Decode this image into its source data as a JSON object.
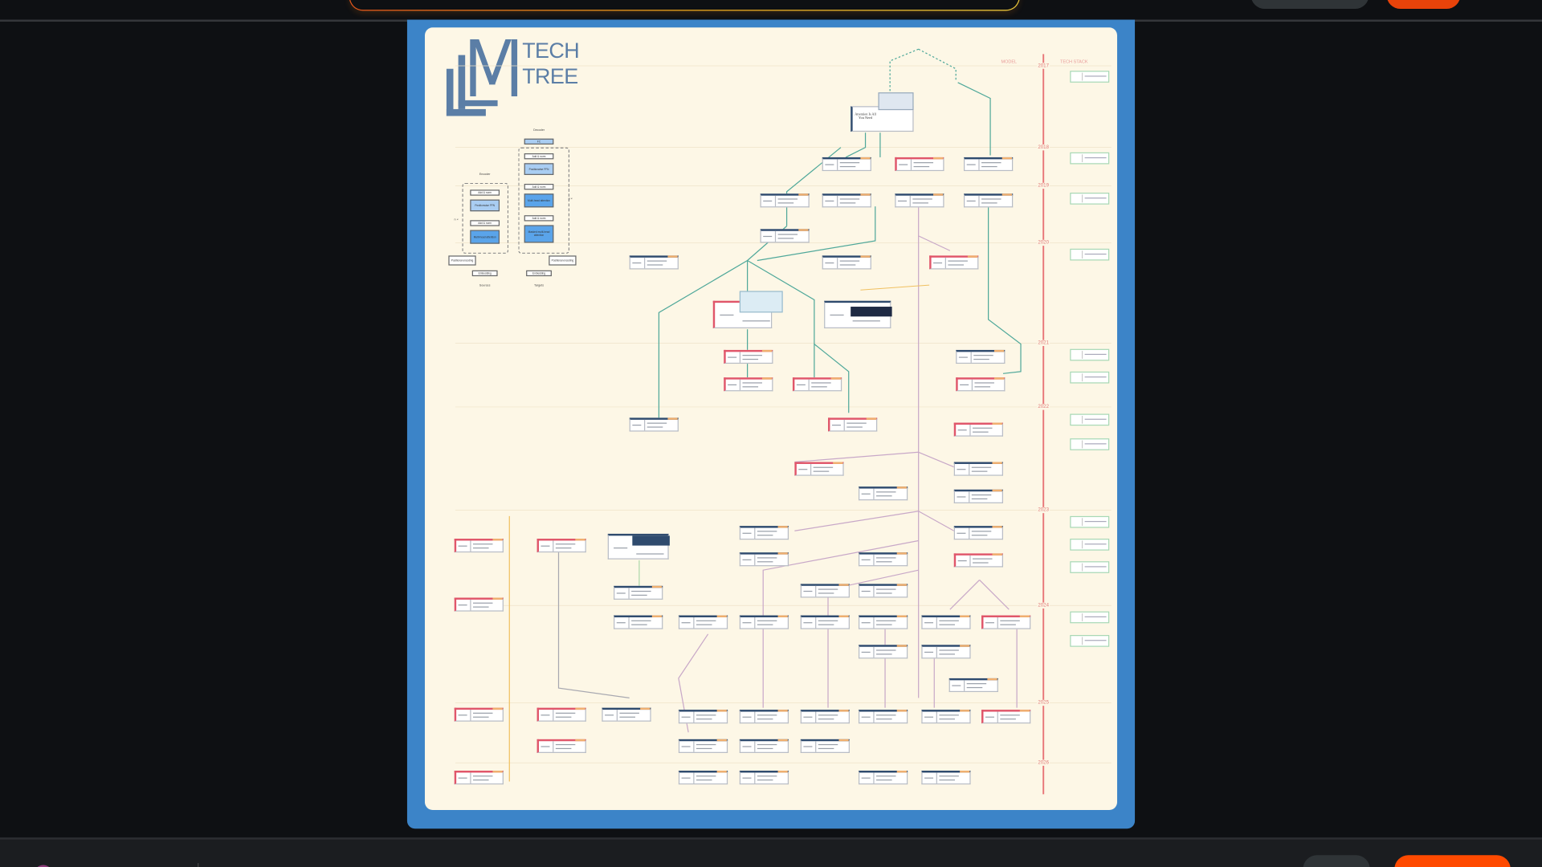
{
  "poster": {
    "logo": {
      "letters": "LLM",
      "line1": "TECH",
      "line2": "TREE"
    },
    "columns": {
      "model": "MODEL",
      "tech_stack": "TECH STACK"
    },
    "years": [
      "2017",
      "2018",
      "2019",
      "2020",
      "2021",
      "2022",
      "2023",
      "2024",
      "2025",
      "2026"
    ],
    "transformer": {
      "encoder": "Encoder",
      "decoder": "Decoder",
      "fc": "FC",
      "add_norm": "Add & norm",
      "ffn": "Positionwise FFN",
      "mha": "Multi-head attention",
      "masked_mha": "Masked multi-head attention",
      "pos_enc": "Positional encoding",
      "embedding": "Embedding",
      "sources": "Sources",
      "targets": "Targets",
      "nx": "n ×"
    },
    "root_node": "Attention Is All You Need",
    "colors": {
      "frame": "#3c84c8",
      "paper": "#fdf7e6",
      "timeline": "#e8787a",
      "branch": "#4fa89a",
      "accent_red": "#e0566a",
      "accent_navy": "#2f4b6e"
    }
  },
  "chrome": {
    "accent": "#ff4a00"
  }
}
